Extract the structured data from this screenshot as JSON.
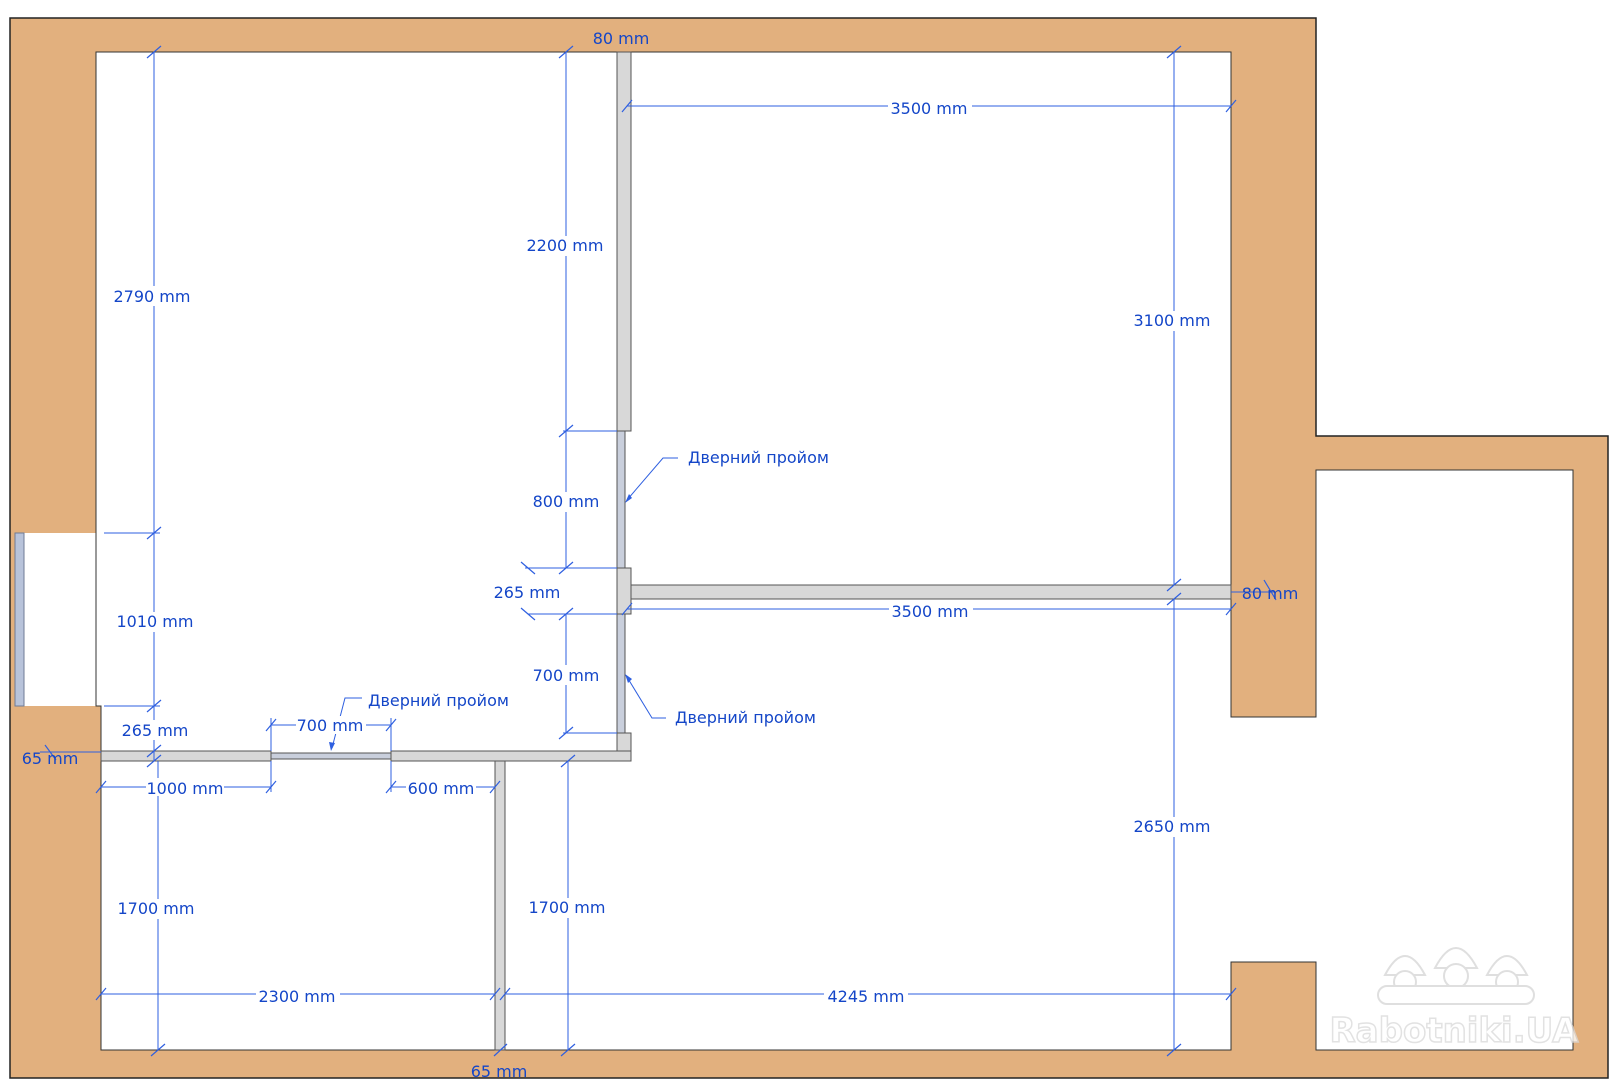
{
  "colors": {
    "wall": "#e2b07e",
    "partition": "#d8d8d8",
    "dimension": "#2e5fe0",
    "text": "#1446c8",
    "window": "#b8c3da"
  },
  "dimensions": {
    "d80_top": "80 mm",
    "d3500_top": "3500 mm",
    "d2790": "2790 mm",
    "d2200": "2200 mm",
    "d3100": "3100 mm",
    "d800": "800 mm",
    "d1010": "1010 mm",
    "d265_mid": "265 mm",
    "d3500_mid": "3500 mm",
    "d80_right": "80 mm",
    "d700_vert": "700 mm",
    "d265_left": "265 mm",
    "d700_horiz": "700 mm",
    "d65_left": "65 mm",
    "d1000": "1000 mm",
    "d600": "600 mm",
    "d2650": "2650 mm",
    "d1700_left": "1700 mm",
    "d1700_mid": "1700 mm",
    "d2300": "2300 mm",
    "d4245": "4245 mm",
    "d65_bottom": "65 mm"
  },
  "annotations": {
    "door_1": "Дверний пройом",
    "door_2": "Дверний пройом",
    "door_3": "Дверний пройом"
  },
  "watermark": {
    "text": "Rabotniki.UA",
    "logo_icon": "three-workers-helmet-logo"
  }
}
